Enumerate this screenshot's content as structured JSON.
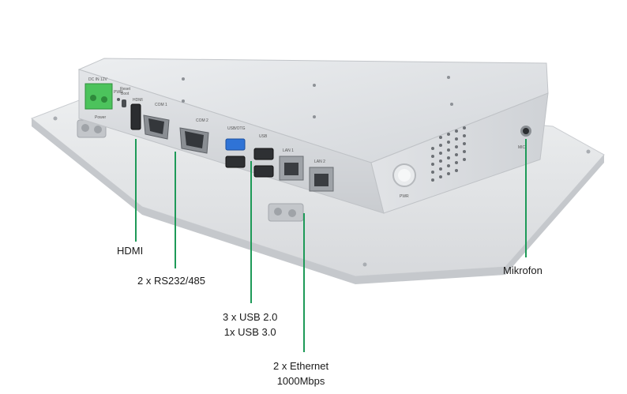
{
  "callouts": {
    "hdmi": {
      "line1": "HDMI"
    },
    "serial": {
      "line1": "2 x RS232/485"
    },
    "usb": {
      "line1": "3 x USB 2.0",
      "line2": "1x USB 3.0"
    },
    "ethernet": {
      "line1": "2 x Ethernet",
      "line2": "1000Mbps"
    },
    "microphone": {
      "line1": "Mikrofon"
    }
  },
  "device_labels": {
    "dc_in": "DC IN 12V",
    "pwr": "PWR",
    "reset": "Reset",
    "boot": "Boot",
    "power": "Power",
    "hdmi": "HDMI",
    "com1": "COM 1",
    "com2": "COM 2",
    "usb_otg": "USB/OTG",
    "usb": "USB",
    "lan1": "LAN 1",
    "lan2": "LAN 2",
    "pwr_button": "PWR",
    "mic": "MIC"
  },
  "colors": {
    "callout_line": "#1e9a58",
    "connector_green": "#4cc35c",
    "usb3_blue": "#2f73d6",
    "chassis": "#d8dadd",
    "bezel": "#e6e7e9"
  }
}
